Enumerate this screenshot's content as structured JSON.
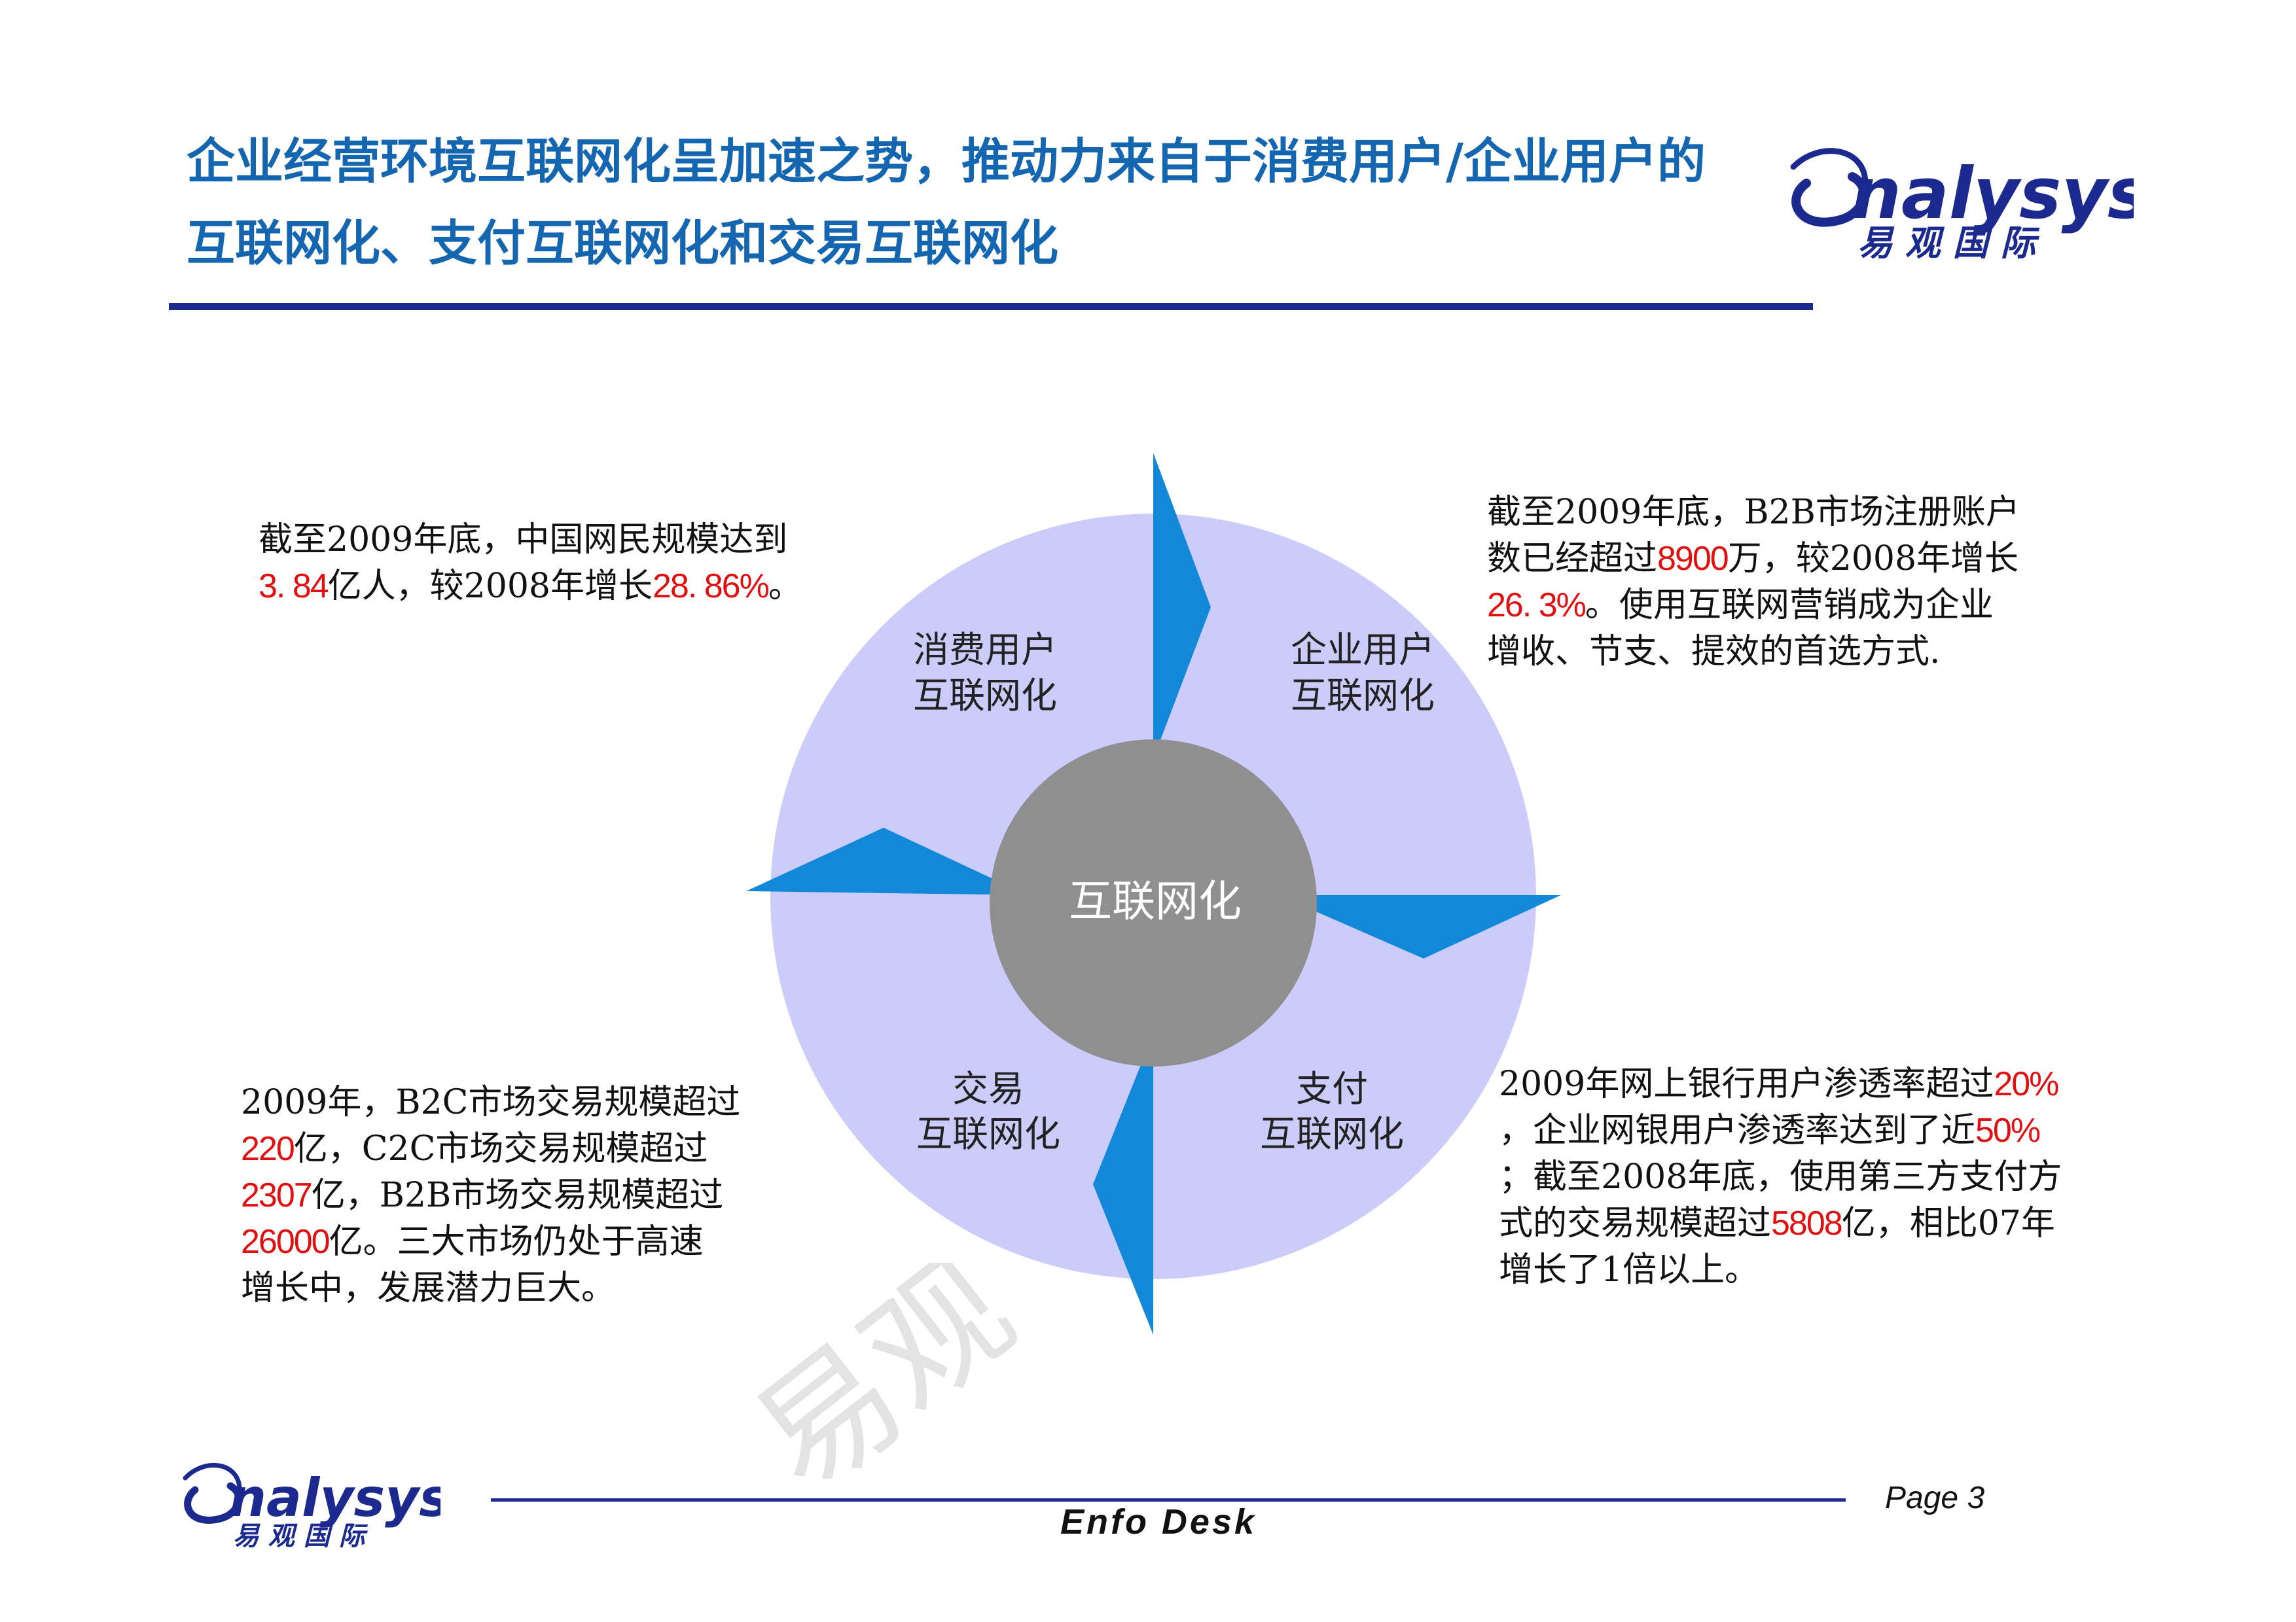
{
  "slide": {
    "title": "企业经营环境互联网化呈加速之势，推动力来自于消费用户/企业用户的互联网化、支付互联网化和交易互联网化"
  },
  "brand": {
    "logo_word": "nalysys",
    "logo_cn": "易 观 国 际",
    "color": "#1c2a8f"
  },
  "diagram": {
    "center": "互联网化",
    "quadrants": {
      "consumer": [
        "消费用户",
        "互联网化"
      ],
      "enterprise": [
        "企业用户",
        "互联网化"
      ],
      "trade": [
        "交易",
        "互联网化"
      ],
      "payment": [
        "支付",
        "互联网化"
      ]
    },
    "colors": {
      "ring": "#ccccfa",
      "hub": "#8f8f8f",
      "arrow": "#1488d8",
      "highlight": "#e01010"
    }
  },
  "notes": {
    "consumer": {
      "l1": "截至2009年底，中国网民规模达到",
      "v1": "3. 84",
      "t1": "亿人，较2008年增长",
      "v2": "28. 86%",
      "t2": "。"
    },
    "enterprise": {
      "l1": "截至2009年底，B2B市场注册账户",
      "t1": "数已经超过",
      "v1": "8900",
      "t2": "万，较2008年增长",
      "v2": "26. 3%",
      "t3": "。使用互联网营销成为企业",
      "l4": "增收、节支、提效的首选方式."
    },
    "trade": {
      "l1": "2009年，B2C市场交易规模超过",
      "v1": "220",
      "t1": "亿，C2C市场交易规模超过",
      "v2": "2307",
      "t2": "亿，B2B市场交易规模超过",
      "v3": "26000",
      "t3": "亿。三大市场仍处于高速",
      "l5": "增长中，发展潜力巨大。"
    },
    "payment": {
      "t1": "2009年网上银行用户渗透率超过",
      "v1": "20%",
      "t2": "，企业网银用户渗透率达到了近",
      "v2": "50%",
      "t3": "；截至2008年底，使用第三方支付方",
      "t4": "式的交易规模超过",
      "v3": "5808",
      "t5": "亿，相比07年",
      "l5": "增长了1倍以上。"
    }
  },
  "watermark": "易观",
  "footer": {
    "brand": "Enfo Desk",
    "page": "Page 3"
  }
}
